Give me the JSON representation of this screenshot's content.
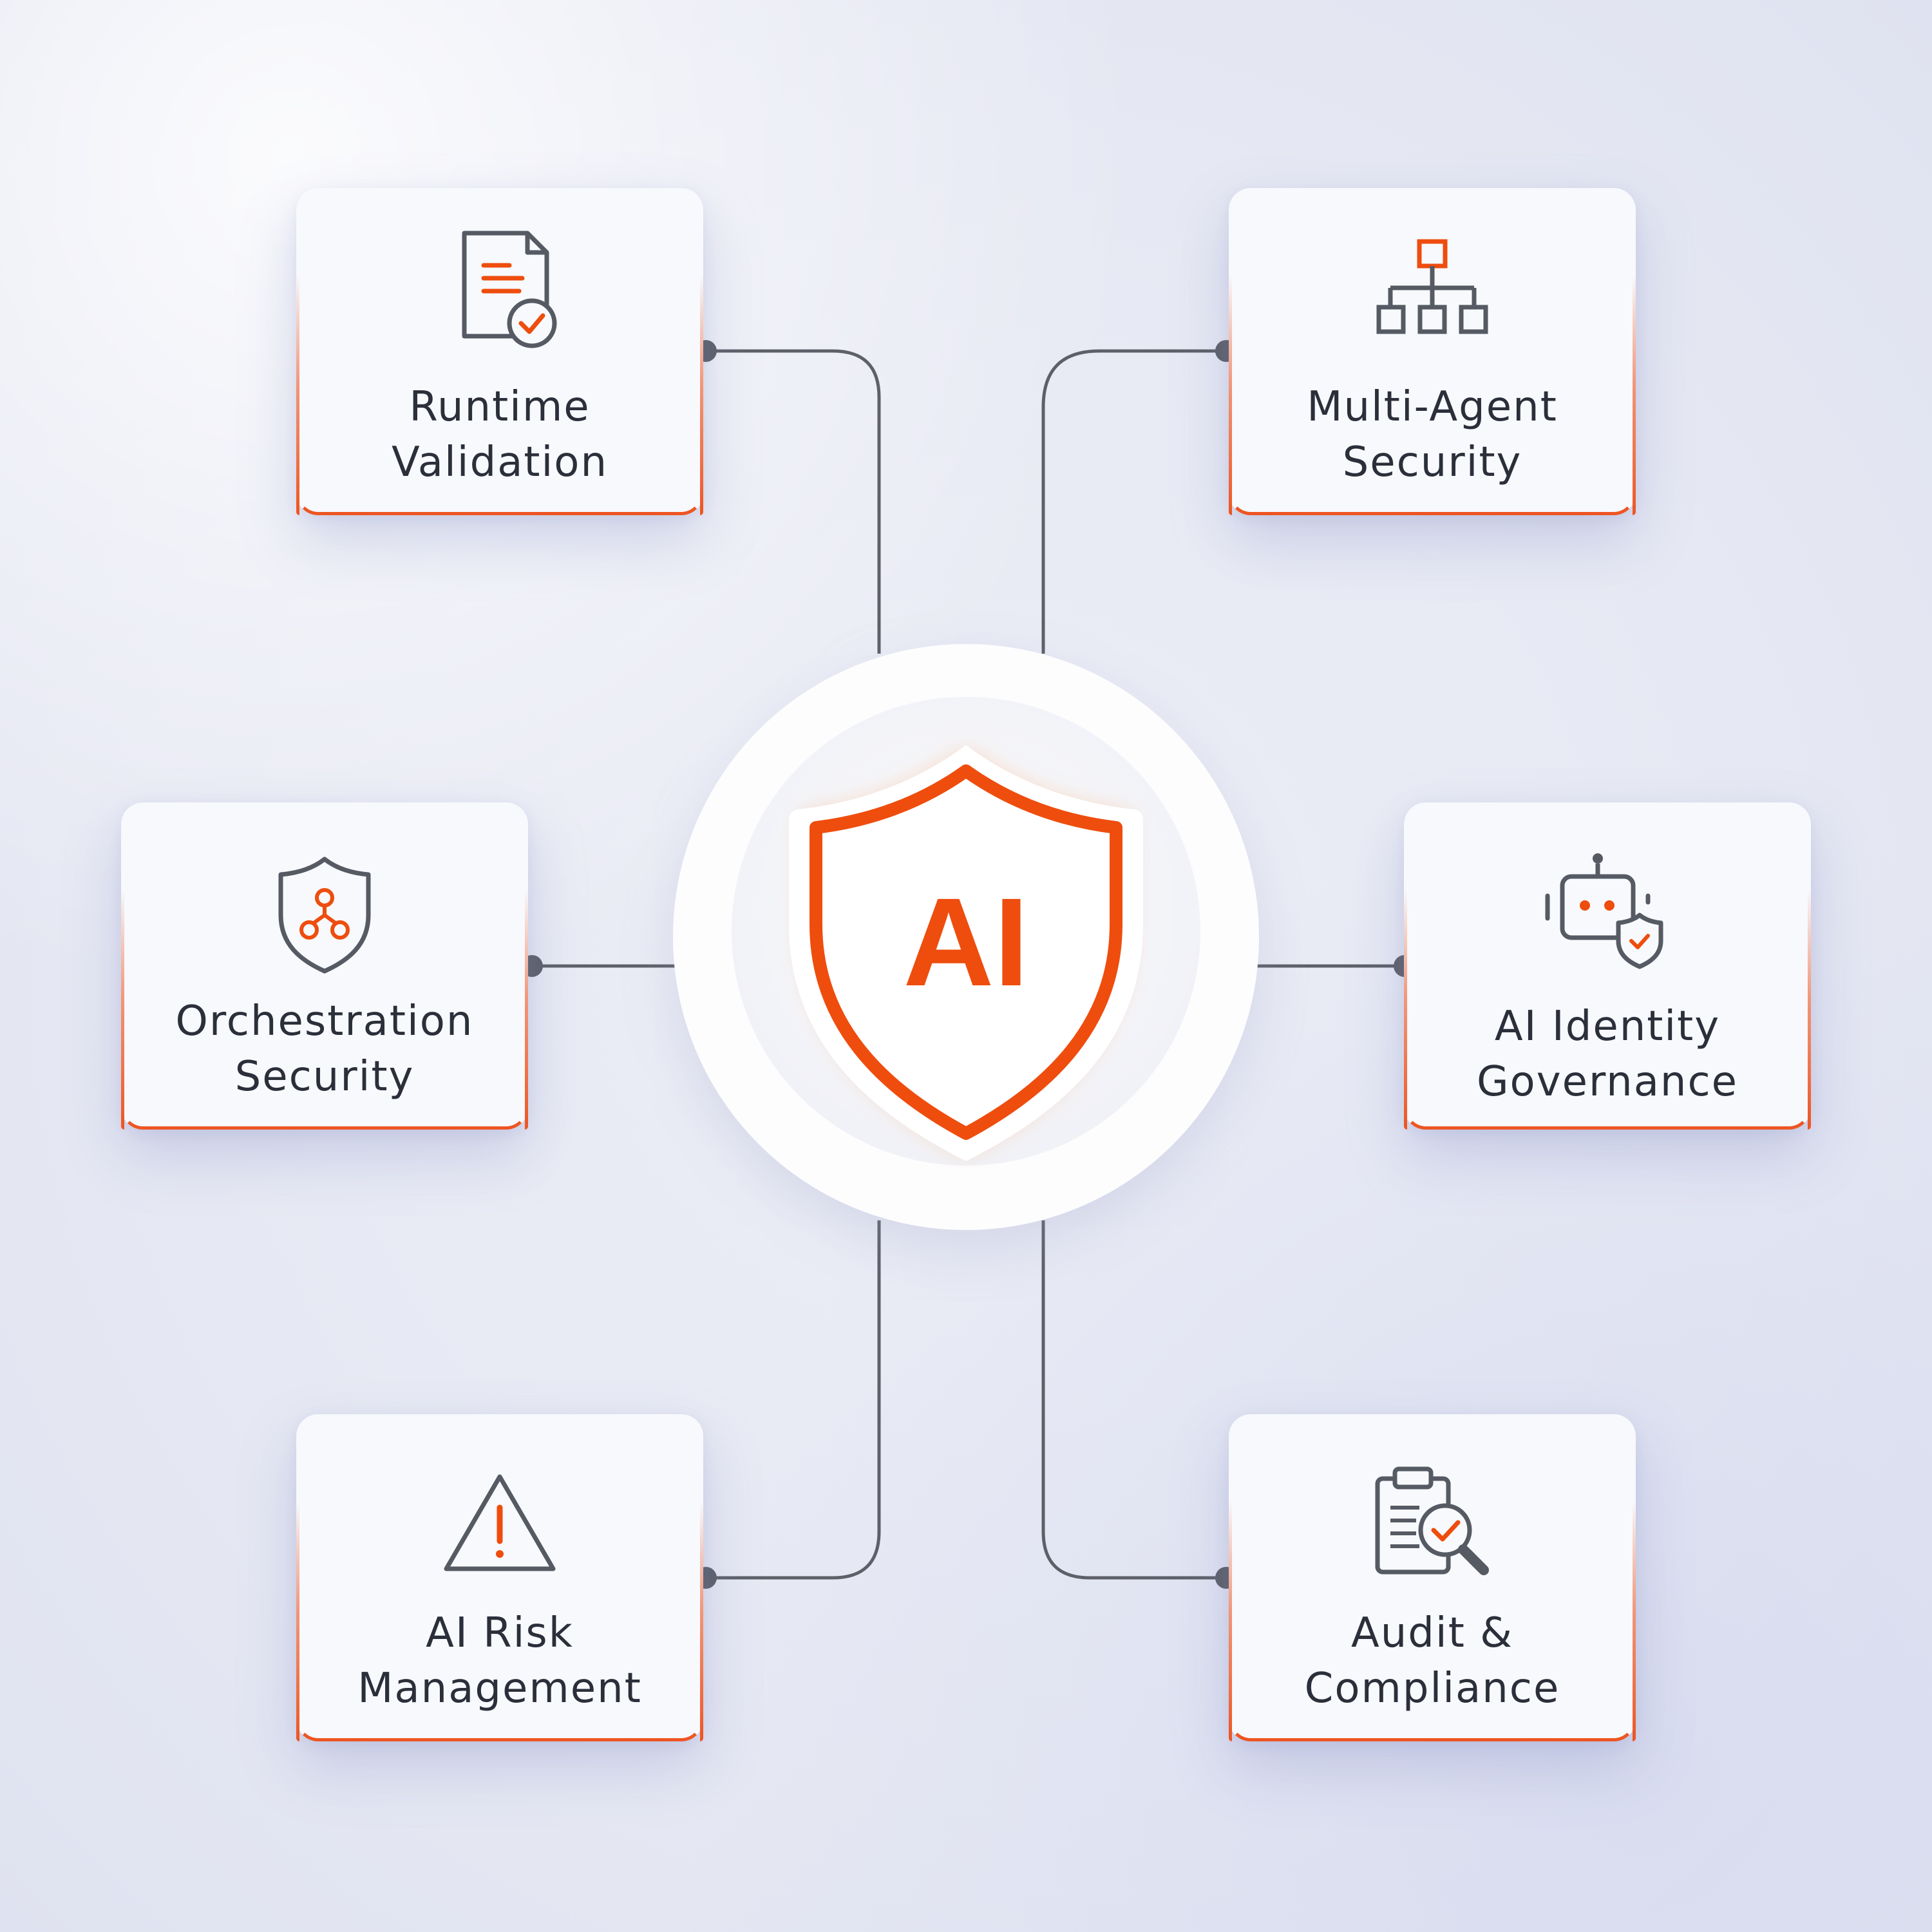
{
  "colors": {
    "accent": "#ee4d0e",
    "text": "#2b2f3a",
    "icon_gray": "#555a63",
    "connector": "#5d6068"
  },
  "center": {
    "label": "AI",
    "icon": "shield-icon"
  },
  "nodes": [
    {
      "id": "runtime",
      "icon": "document-check-icon",
      "line1": "Runtime",
      "line2": "Validation"
    },
    {
      "id": "multi-agent",
      "icon": "hierarchy-icon",
      "line1": "Multi-Agent",
      "line2": "Security"
    },
    {
      "id": "orchestration",
      "icon": "shield-network-icon",
      "line1": "Orchestration",
      "line2": "Security"
    },
    {
      "id": "identity",
      "icon": "robot-shield-icon",
      "line1": "AI Identity",
      "line2": "Governance"
    },
    {
      "id": "risk",
      "icon": "warning-triangle-icon",
      "line1": "AI Risk",
      "line2": "Management"
    },
    {
      "id": "audit",
      "icon": "clipboard-search-icon",
      "line1": "Audit &",
      "line2": "Compliance"
    }
  ]
}
